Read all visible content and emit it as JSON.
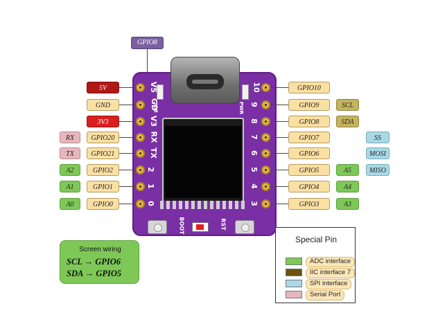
{
  "top_label": "GPIO8",
  "left_labels": [
    {
      "name": "5v",
      "text": "5V",
      "style": "dkred"
    },
    {
      "name": "gnd",
      "text": "GND",
      "style": "tan"
    },
    {
      "name": "3v3",
      "text": "3V3",
      "style": "red"
    },
    {
      "name": "gpio20",
      "text": "GPIO20",
      "style": "tan",
      "extra": "RX",
      "extra_style": "pink"
    },
    {
      "name": "gpio21",
      "text": "GPIO21",
      "style": "tan",
      "extra": "TX",
      "extra_style": "pink"
    },
    {
      "name": "gpio2",
      "text": "GPIO2",
      "style": "tan",
      "extra": "A2",
      "extra_style": "green"
    },
    {
      "name": "gpio1",
      "text": "GPIO1",
      "style": "tan",
      "extra": "A1",
      "extra_style": "green"
    },
    {
      "name": "gpio0",
      "text": "GPIO0",
      "style": "tan",
      "extra": "A0",
      "extra_style": "green"
    }
  ],
  "left_silk": [
    "V5",
    "GD",
    "V3",
    "RX",
    "TX",
    "2",
    "1",
    "0"
  ],
  "right_labels": [
    {
      "name": "gpio10",
      "text": "GPIO10",
      "style": "tan"
    },
    {
      "name": "gpio9",
      "text": "GPIO9",
      "style": "tan",
      "extra": "SCL",
      "extra_style": "olive"
    },
    {
      "name": "gpio8",
      "text": "GPIO8",
      "style": "tan",
      "extra": "SDA",
      "extra_style": "olive"
    },
    {
      "name": "gpio7",
      "text": "GPIO7",
      "style": "tan",
      "extra2": "SS",
      "extra2_style": "blue"
    },
    {
      "name": "gpio6",
      "text": "GPIO6",
      "style": "tan",
      "extra2": "MOSI",
      "extra2_style": "blue"
    },
    {
      "name": "gpio5",
      "text": "GPIO5",
      "style": "tan",
      "extra": "A5",
      "extra_style": "green",
      "extra2": "MISO",
      "extra2_style": "blue"
    },
    {
      "name": "gpio4",
      "text": "GPIO4",
      "style": "tan",
      "extra": "A4",
      "extra_style": "green"
    },
    {
      "name": "gpio3",
      "text": "GPIO3",
      "style": "tan",
      "extra": "A3",
      "extra_style": "green"
    }
  ],
  "right_silk": [
    "10",
    "9",
    "8",
    "7",
    "6",
    "5",
    "4",
    "3"
  ],
  "board": {
    "io8": "IO8",
    "pwr": "PWR",
    "boot": "BOOT",
    "rst": "RST"
  },
  "screen_wiring": {
    "title": "Screen wiring",
    "line1": "SCL → GPIO6",
    "line2": "SDA → GPIO5"
  },
  "legend": {
    "title": "Special Pin",
    "items": [
      {
        "text": "ADC interface",
        "color": "#7ec857"
      },
      {
        "text": "IIC interface 7",
        "color": "#6b5210"
      },
      {
        "text": "SPI interface",
        "color": "#a9d8e6"
      },
      {
        "text": "Serial Port",
        "color": "#e7b7bd"
      }
    ]
  },
  "colors": {
    "board": "#7a2fa5",
    "label_tan": "#fbe0a4",
    "adc_green": "#7ec857",
    "spi_blue": "#a9d8e6",
    "serial_pink": "#e7b7bd",
    "iic_olive": "#c5b45c",
    "power_red": "#d91f1f",
    "gpio8_tag": "#7b5fa0"
  }
}
